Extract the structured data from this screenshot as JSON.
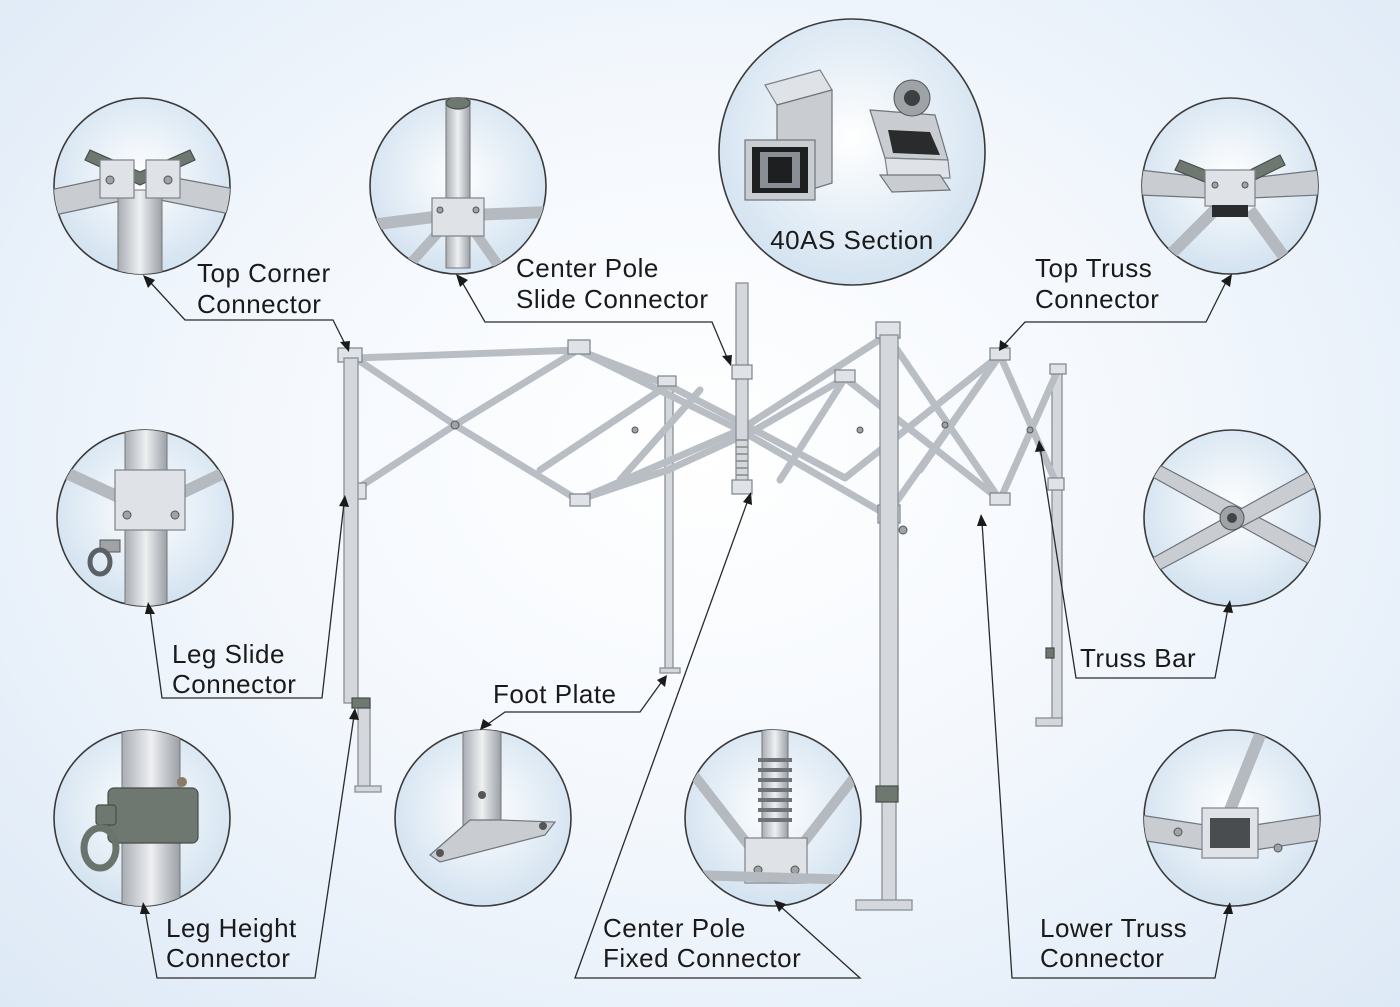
{
  "labels": {
    "top_corner": [
      "Top Corner",
      "Connector"
    ],
    "center_pole_slide": [
      "Center Pole",
      "Slide Connector"
    ],
    "section": "40AS Section",
    "top_truss": [
      "Top Truss",
      "Connector"
    ],
    "leg_slide": [
      "Leg Slide",
      "Connector"
    ],
    "foot_plate": "Foot Plate",
    "truss_bar": "Truss Bar",
    "leg_height": [
      "Leg Height",
      "Connector"
    ],
    "center_pole_fixed": [
      "Center Pole",
      "Fixed Connector"
    ],
    "lower_truss": [
      "Lower Truss",
      "Connector"
    ]
  },
  "colors": {
    "aluminum": "#c9cdd2",
    "connector_dark": "#6e7770",
    "leader_line": "#2a2a2a",
    "background": "#eef4fb"
  }
}
